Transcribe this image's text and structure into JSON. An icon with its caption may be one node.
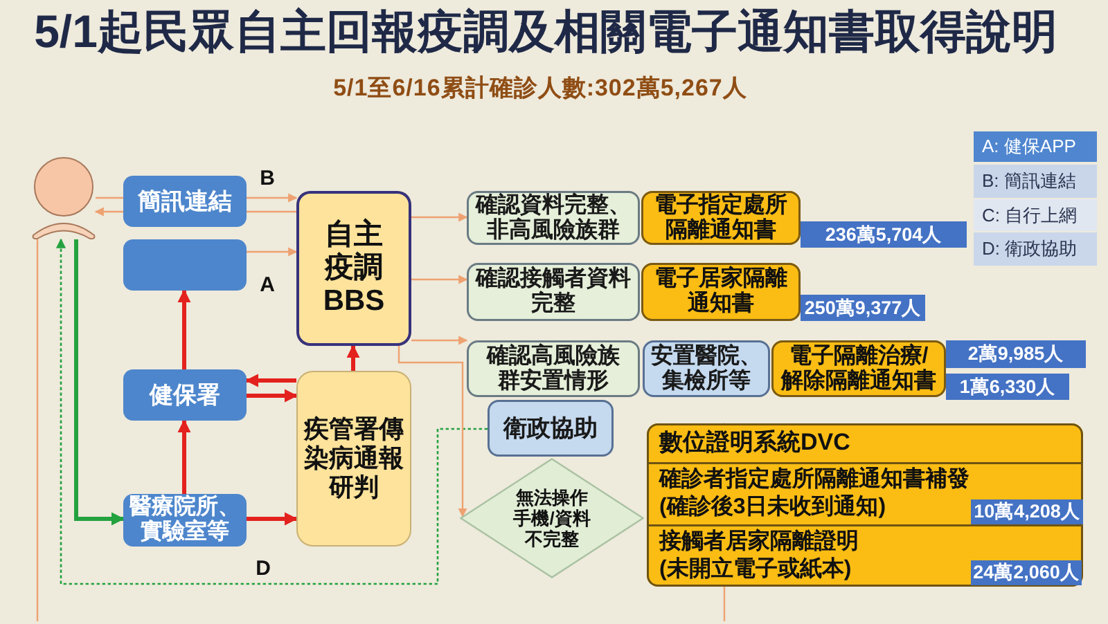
{
  "diagram": {
    "title": "5/1起民眾自主回報疫調及相關電子通知書取得說明",
    "nodes": [
      {
        "text": [],
        "shape": "person"
      },
      {
        "text": [
          "簡訊連結"
        ]
      },
      {
        "text": [],
        "shape": "box"
      },
      {
        "text": [
          "健保署"
        ]
      },
      {
        "text": [
          "醫療院所、實驗室等"
        ]
      },
      {
        "text": [
          "自主疫調BBS"
        ]
      },
      {
        "text": [
          "疾管署傳染病通報研判"
        ]
      },
      {
        "text": [
          "確認資料完整、非高風險族群"
        ]
      },
      {
        "text": [
          "電子指定處所隔離通知書"
        ]
      },
      {
        "text": [
          "236萬5,704人"
        ]
      },
      {
        "text": [
          "確認接觸者資料完整"
        ]
      },
      {
        "text": [
          "電子居家隔離通知書"
        ]
      },
      {
        "text": [
          "250萬9,377人"
        ]
      },
      {
        "text": [
          "確認高風險族群安置情形"
        ]
      },
      {
        "text": [
          "安置醫院、集檢所等"
        ]
      },
      {
        "text": [
          "電子隔離治療/解除隔離通知書"
        ]
      },
      {
        "text": [
          "2萬9,985人"
        ]
      },
      {
        "text": [
          "1萬6,330人"
        ]
      },
      {
        "text": [
          "衛政協助"
        ]
      },
      {
        "text": [
          "無法操作手機/資料不完整"
        ]
      },
      {
        "text": [
          "數位證明系統DVC"
        ]
      },
      {
        "text": [
          "確診者指定處所隔離通知書補發",
          "(確診後3日未收到通知)"
        ],
        "in": 20
      },
      {
        "text": [
          "接觸者居家隔離證明",
          "(未開立電子或紙本)"
        ],
        "in": 20
      },
      {
        "text": [
          "10萬4,208人"
        ],
        "in": 21
      },
      {
        "text": [
          "24萬2,060人"
        ],
        "in": 22
      }
    ],
    "edges": [
      {
        "from": 0,
        "to": 1,
        "arrow": "none"
      },
      {
        "from": 1,
        "to": 5,
        "arrow": "to",
        "label": "B"
      },
      {
        "from": 5,
        "to": 1,
        "arrow": "none"
      },
      {
        "from": 1,
        "to": 0,
        "arrow": "to"
      },
      {
        "from": 2,
        "to": 5,
        "arrow": "to",
        "label": "A"
      },
      {
        "from": 3,
        "to": 2,
        "arrow": "to",
        "style": "thick",
        "color": "#e3211d"
      },
      {
        "from": 4,
        "to": 3,
        "arrow": "to",
        "style": "thick",
        "color": "#e3211d"
      },
      {
        "from": 6,
        "to": 3,
        "arrow": "to",
        "style": "thick",
        "color": "#e3211d"
      },
      {
        "from": 3,
        "to": 6,
        "arrow": "to",
        "style": "thick",
        "color": "#e3211d"
      },
      {
        "from": 4,
        "to": 6,
        "arrow": "to",
        "style": "thick",
        "color": "#e3211d"
      },
      {
        "from": 6,
        "to": 5,
        "arrow": "to",
        "style": "thick",
        "color": "#e3211d"
      },
      {
        "from": 0,
        "to": 4,
        "arrow": "to",
        "style": "thick",
        "color": "#23a23f"
      },
      {
        "from": 18,
        "to": 0,
        "arrow": "to",
        "label": "D",
        "style": "dashed",
        "color": "#23a23f"
      },
      {
        "from": 5,
        "to": 7,
        "arrow": "to"
      },
      {
        "from": 5,
        "to": 10,
        "arrow": "to"
      },
      {
        "from": 5,
        "to": 13,
        "arrow": "to"
      },
      {
        "from": 5,
        "to": 19,
        "arrow": "to"
      },
      {
        "from": 0,
        "to": null,
        "arrow": "none"
      },
      {
        "from": null,
        "to": 20,
        "arrow": "to"
      }
    ],
    "labels": [
      "5/1至6/16累計確診人數:302萬5,267人",
      "A: 健保APP",
      "B: 簡訊連結",
      "C: 自行上網",
      "D: 衛政協助"
    ]
  }
}
